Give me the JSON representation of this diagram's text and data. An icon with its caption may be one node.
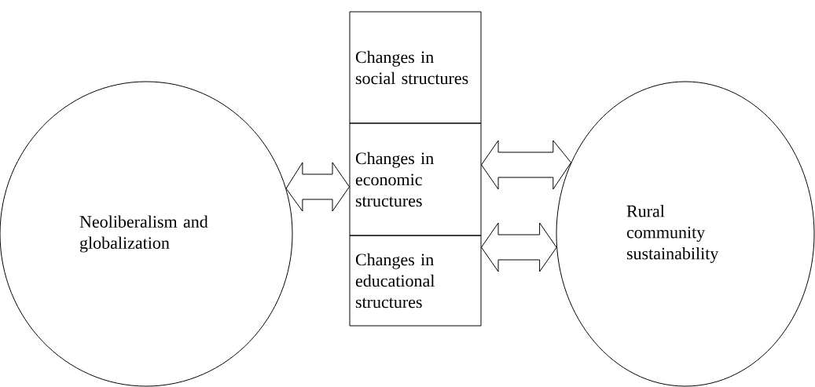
{
  "diagram": {
    "nodes": [
      {
        "text": [
          "Neoliberalism and globalization"
        ]
      },
      {
        "text": [
          "Changes in social structures"
        ]
      },
      {
        "text": [
          "Changes in economic structures"
        ]
      },
      {
        "text": [
          "Changes in educational structures"
        ]
      },
      {
        "text": [
          "Rural community sustainability"
        ]
      }
    ],
    "edges": [
      {
        "from": 0,
        "to": 2,
        "arrow": "both"
      },
      {
        "from": 2,
        "to": 4,
        "arrow": "both"
      },
      {
        "from": 3,
        "to": 4,
        "arrow": "both"
      }
    ]
  }
}
